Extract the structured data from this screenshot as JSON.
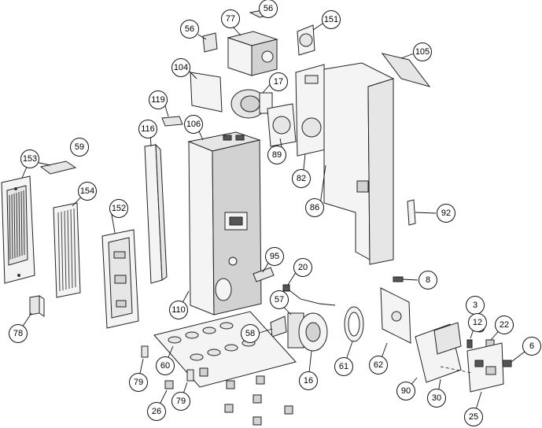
{
  "diagram": {
    "callouts": [
      {
        "id": "c56a",
        "label": "56"
      },
      {
        "id": "c77",
        "label": "77"
      },
      {
        "id": "c56b",
        "label": "56"
      },
      {
        "id": "c151",
        "label": "151"
      },
      {
        "id": "c105",
        "label": "105"
      },
      {
        "id": "c104",
        "label": "104"
      },
      {
        "id": "c17",
        "label": "17"
      },
      {
        "id": "c119",
        "label": "119"
      },
      {
        "id": "c106",
        "label": "106"
      },
      {
        "id": "c116",
        "label": "116"
      },
      {
        "id": "c89",
        "label": "89"
      },
      {
        "id": "c82",
        "label": "82"
      },
      {
        "id": "c86",
        "label": "86"
      },
      {
        "id": "c153",
        "label": "153"
      },
      {
        "id": "c59",
        "label": "59"
      },
      {
        "id": "c154",
        "label": "154"
      },
      {
        "id": "c152",
        "label": "152"
      },
      {
        "id": "c92",
        "label": "92"
      },
      {
        "id": "c95",
        "label": "95"
      },
      {
        "id": "c20",
        "label": "20"
      },
      {
        "id": "c8",
        "label": "8"
      },
      {
        "id": "c110",
        "label": "110"
      },
      {
        "id": "c57",
        "label": "57"
      },
      {
        "id": "c3",
        "label": "3"
      },
      {
        "id": "c78",
        "label": "78"
      },
      {
        "id": "c58",
        "label": "58"
      },
      {
        "id": "c12",
        "label": "12"
      },
      {
        "id": "c22",
        "label": "22"
      },
      {
        "id": "c6",
        "label": "6"
      },
      {
        "id": "c60",
        "label": "60"
      },
      {
        "id": "c61",
        "label": "61"
      },
      {
        "id": "c62",
        "label": "62"
      },
      {
        "id": "c79a",
        "label": "79"
      },
      {
        "id": "c16",
        "label": "16"
      },
      {
        "id": "c90",
        "label": "90"
      },
      {
        "id": "c30",
        "label": "30"
      },
      {
        "id": "c79b",
        "label": "79"
      },
      {
        "id": "c26",
        "label": "26"
      },
      {
        "id": "c25",
        "label": "25"
      }
    ]
  }
}
